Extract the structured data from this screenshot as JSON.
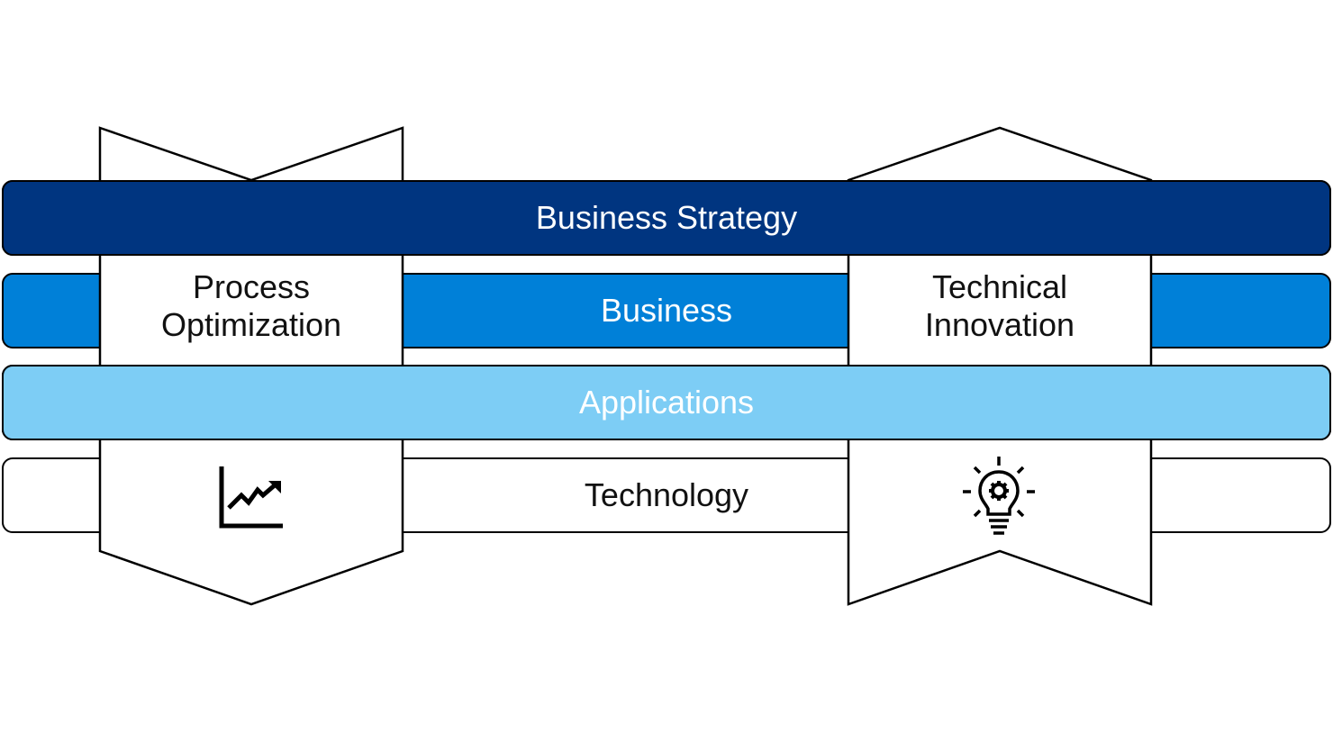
{
  "colors": {
    "strategy": "#003580",
    "business": "#0080D8",
    "applications": "#7DCDF5",
    "technology": "#ffffff",
    "outline": "#000000",
    "light_text": "#ffffff",
    "dark_text": "#111111"
  },
  "bands": {
    "strategy": {
      "label": "Business Strategy"
    },
    "business": {
      "label": "Business"
    },
    "applications": {
      "label": "Applications"
    },
    "technology": {
      "label": "Technology"
    }
  },
  "pillars": {
    "left": {
      "line1": "Process",
      "line2": "Optimization",
      "icon": "trending-chart-icon"
    },
    "right": {
      "line1": "Technical",
      "line2": "Innovation",
      "icon": "lightbulb-gear-icon"
    }
  }
}
